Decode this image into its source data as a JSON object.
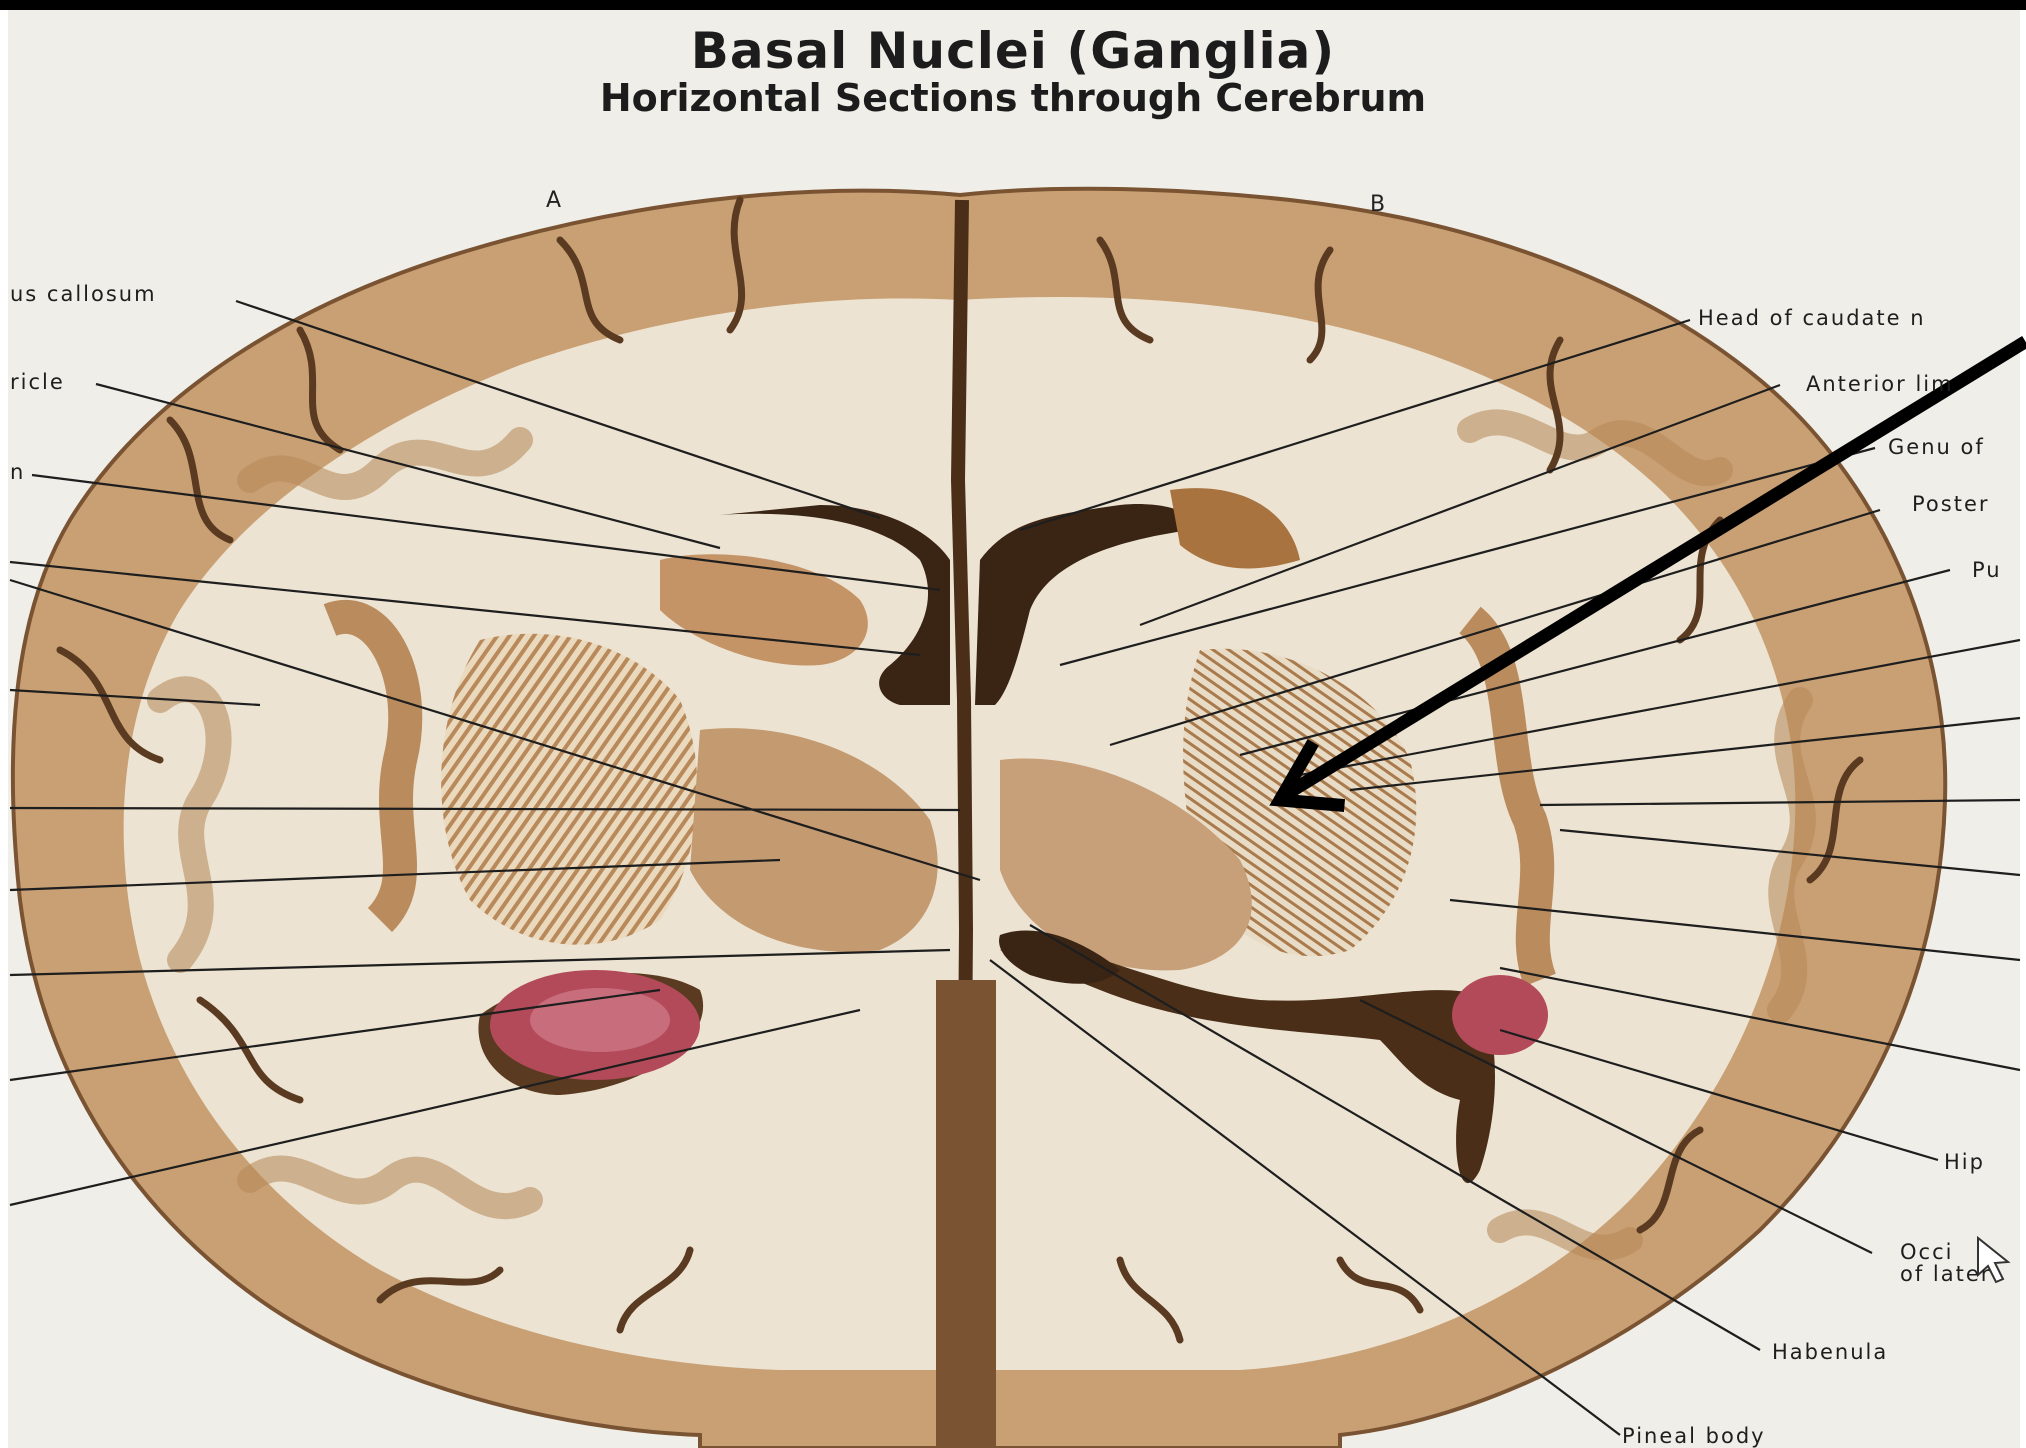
{
  "title": "Basal Nuclei (Ganglia)",
  "subtitle": "Horizontal Sections through Cerebrum",
  "sections": {
    "a": "A",
    "b": "B"
  },
  "labels_left": [
    "us callosum",
    "ricle",
    "n"
  ],
  "labels_right": [
    "Head of caudate n",
    "Anterior lim",
    "Genu of",
    "Poster",
    "Pu",
    "Hip",
    "Occi",
    "of later",
    "Habenula",
    "Pineal body"
  ],
  "colors": {
    "background": "#efeee8",
    "gray_matter": "#c9a074",
    "white_matter": "#ece3d2",
    "ventricle": "#3a2414",
    "choroid_plexus": "#b34a5a",
    "arrow": "#000000"
  },
  "icons": [
    "pointer-arrow-icon",
    "mouse-cursor-icon"
  ]
}
